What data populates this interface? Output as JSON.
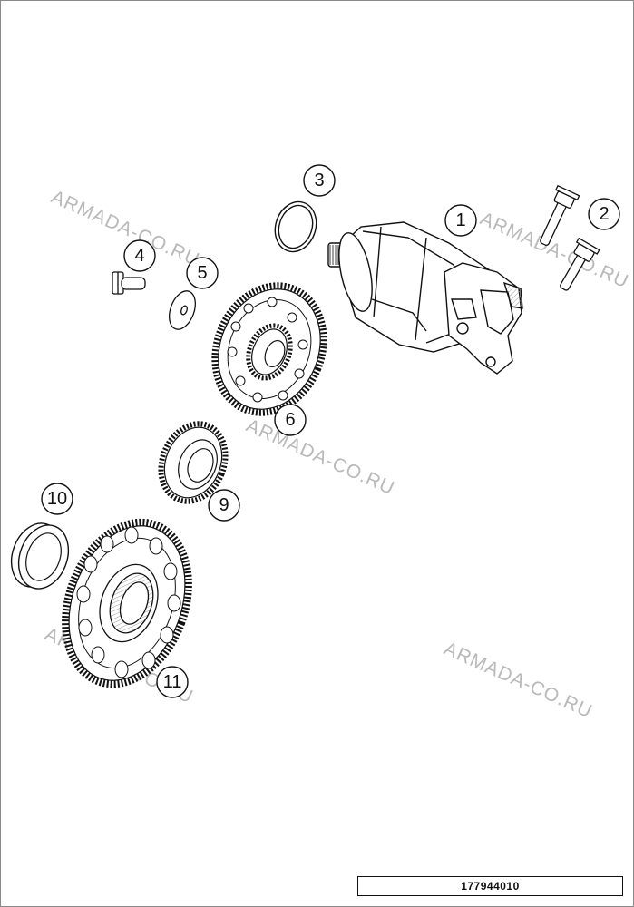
{
  "callouts": [
    "1",
    "2",
    "3",
    "4",
    "5",
    "6",
    "9",
    "10",
    "11"
  ],
  "watermark": "ARMADA-CO.RU",
  "drawing_number": "177944010"
}
